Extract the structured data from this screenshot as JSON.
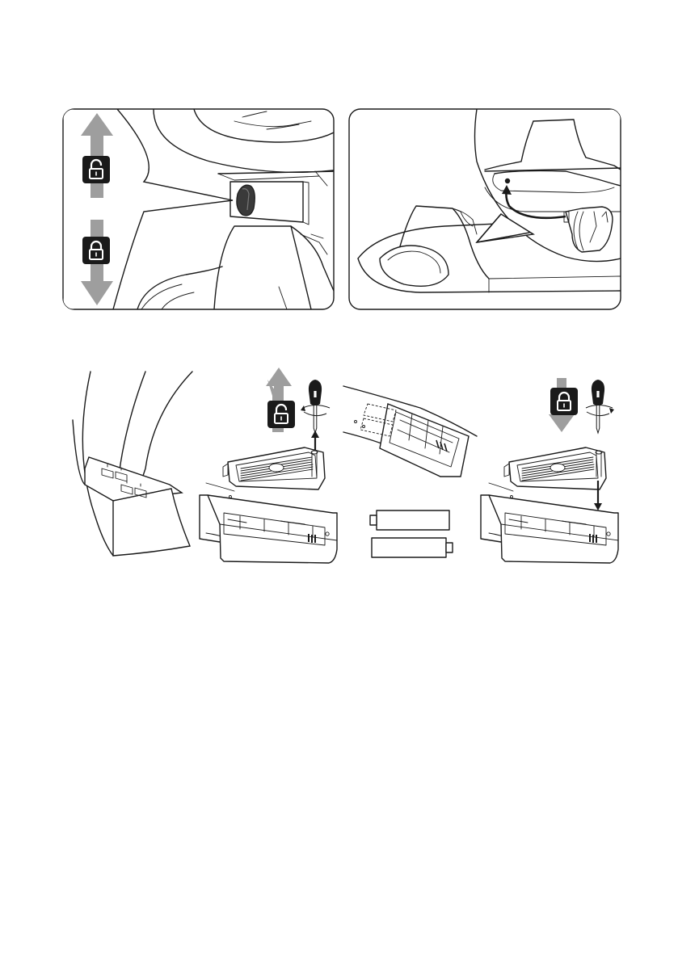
{
  "figures": [
    {
      "id": "lock-slider-detail",
      "icons": [
        "arrow-up",
        "unlock-icon",
        "lock-icon",
        "arrow-down"
      ]
    },
    {
      "id": "cable-routing-detail",
      "icons": [
        "curved-arrow"
      ]
    },
    {
      "id": "battery-cover-closed",
      "icons": []
    },
    {
      "id": "battery-cover-open",
      "icons": [
        "unlock-icon",
        "screwdriver-icon",
        "arrow-up"
      ]
    },
    {
      "id": "battery-insert",
      "icons": [
        "battery-icon",
        "battery-icon"
      ]
    },
    {
      "id": "battery-cover-close",
      "icons": [
        "lock-icon",
        "screwdriver-icon",
        "arrow-down"
      ]
    }
  ],
  "colors": {
    "line": "#1a1a1a",
    "arrow_grey": "#9e9e9e",
    "icon_bg": "#1a1a1a"
  }
}
